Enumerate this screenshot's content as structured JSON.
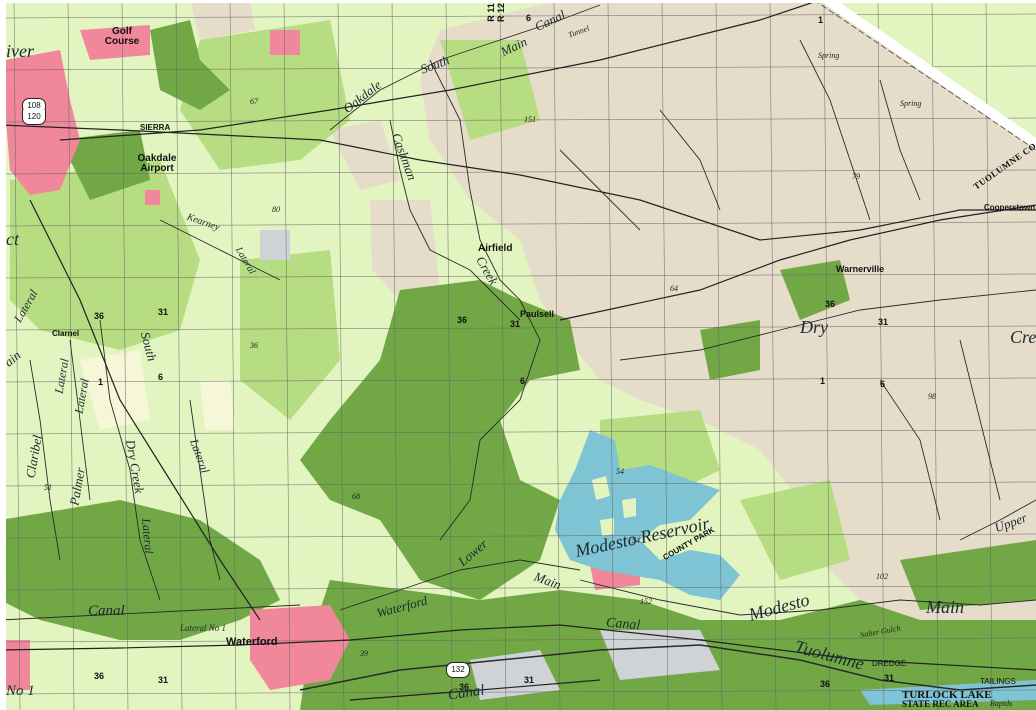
{
  "map": {
    "colors": {
      "rangeland": "#e6dcca",
      "grassland": "#e2f5c0",
      "pasture": "#b7dd82",
      "irrigated": "#71a845",
      "urban": "#f0879a",
      "water": "#7ec4d4",
      "bare": "#f6f6d8",
      "gray": "#cfd3d6",
      "grid": "#666666",
      "road": "#222222"
    },
    "labels": {
      "golf_course": "Golf Course",
      "oakdale_airport": "Oakdale Airport",
      "sierra": "SIERRA",
      "oakdale_south": "Oakdale",
      "south": "South",
      "main_top": "Main",
      "canal_top": "Canal",
      "tunnel": "Tunnel",
      "r11": "R 11",
      "r12": "R 12",
      "cashman": "Cashman",
      "kearney": "Kearney",
      "lateral_1": "Lateral",
      "airfield": "Airfield",
      "creek_center": "Creek",
      "paulsell": "Paulsell",
      "warnerville": "Warnerville",
      "cooperstown": "Cooperstown",
      "tuolumne_co": "TUOLUMNE CO",
      "spring_1": "Spring",
      "spring_2": "Spring",
      "dry": "Dry",
      "creek_right": "Cree",
      "clarnel": "Clarnel",
      "lateral_left": "Lateral",
      "lateral_left2": "Lateral",
      "lateral_left3": "Lateral",
      "lateral_center": "Lateral",
      "lateral_bottom": "Lateral",
      "lateral_no1": "Lateral No 1",
      "south_left": "South",
      "main_left": "ain",
      "claribel": "Claribel",
      "palmer": "Palmer",
      "dry_creek": "Dry Creek",
      "modesto_reservoir": "Modesto Reservoir",
      "county_park": "COUNTY PARK",
      "lower": "Lower",
      "main_center": "Main",
      "waterford_canal": "Waterford",
      "waterford_town": "Waterford",
      "canal_left": "Canal",
      "canal_center": "Canal",
      "canal_bottom": "Canal",
      "no1": "No 1",
      "modesto_main": "Modesto",
      "main_right": "Main",
      "tuolumne_river": "Tuolumne",
      "salter_gulch": "Salter Gulch",
      "dredge": "DREDGE",
      "tailings": "TAILINGS",
      "turlock_lake": "TURLOCK LAKE",
      "state_rec_area": "STATE REC AREA",
      "rapids": "Rapids",
      "upper": "Upper",
      "river_left": "iver",
      "ct": "ct"
    },
    "section_numbers": {
      "n36_a": "36",
      "n31_a": "31",
      "n1_a": "1",
      "n6_a": "6",
      "n36_b": "36",
      "n31_b": "31",
      "n6_b": "6",
      "n36_c": "36",
      "n31_c": "31",
      "n6_c": "6",
      "n1_c": "1",
      "n36_d": "36",
      "n31_d": "31",
      "n36_e": "36",
      "n31_e": "31",
      "n1_top": "1",
      "n6_top": "6",
      "n36_f": "36",
      "n31_f": "31"
    },
    "road_numbers": {
      "r67": "67",
      "r151": "151",
      "r79": "79",
      "r80": "80",
      "r54": "54",
      "r36": "36",
      "r64": "64",
      "r98": "98",
      "r68": "68",
      "r54b": "54",
      "r102": "102",
      "r51": "51",
      "r39": "39",
      "r152": "152"
    },
    "shields": {
      "s108": "108",
      "s120": "120",
      "s132": "132"
    }
  }
}
